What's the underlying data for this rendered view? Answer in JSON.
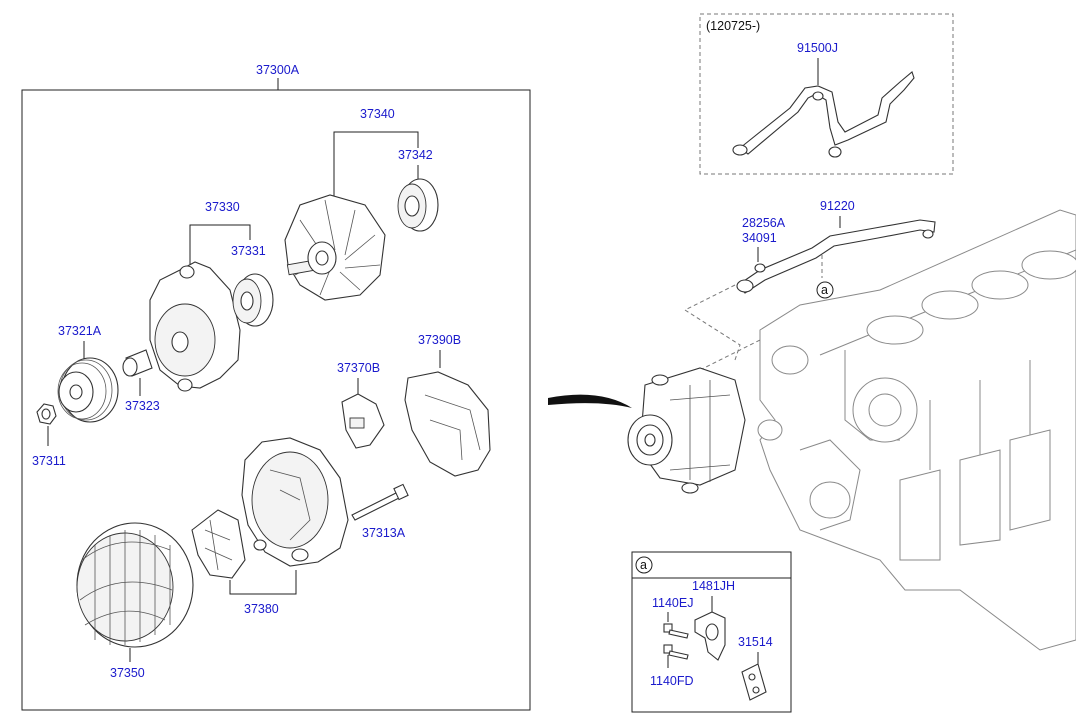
{
  "parts": {
    "assembly": "37300A",
    "rotor": "37340",
    "rotor_bearing": "37342",
    "front_bracket": "37330",
    "front_bearing": "37331",
    "pulley": "37321A",
    "spacer": "37323",
    "nut": "37311",
    "regulator": "37370B",
    "cover": "37390B",
    "bolt": "37313A",
    "rear_bracket": "37380",
    "stator": "37350",
    "harness_top": "91500J",
    "harness_main": "91220",
    "clip_a": "28256A",
    "clip_b": "34091",
    "bracket_1481": "1481JH",
    "bolt_1140ej": "1140EJ",
    "bolt_1140fd": "1140FD",
    "plate_31514": "31514"
  },
  "variant_note": "(120725-)",
  "detail_ref": "a"
}
